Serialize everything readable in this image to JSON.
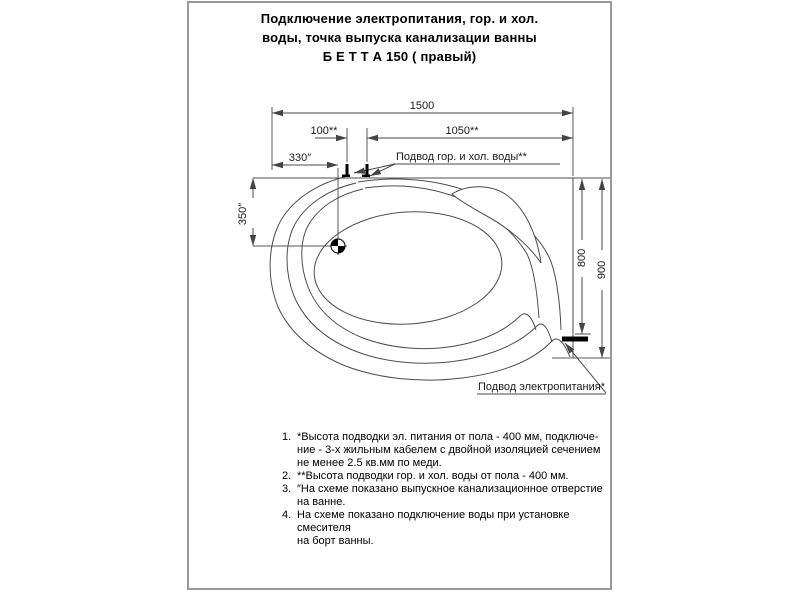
{
  "title": {
    "line1": "Подключение электропитания, гор. и хол.",
    "line2": "воды, точка выпуска канализации ванны",
    "line3": "Б Е Т Т А 150  ( правый)"
  },
  "dimensions": {
    "overall_width": "1500",
    "water_spacing": "100**",
    "water_to_right": "1050**",
    "drain_offset_x": "330″",
    "drain_offset_y": "350″",
    "depth_inner": "800",
    "depth_overall": "900"
  },
  "labels": {
    "water_supply": "Подвод гор. и хол. воды**",
    "power_supply": "Подвод электропитания*"
  },
  "notes": {
    "items": [
      {
        "num": "1.",
        "lines": [
          "*Высота подводки эл. питания от пола - 400 мм, подключе-",
          "ние - 3-х жильным кабелем с двойной изоляцией сечением",
          "не менее 2.5 кв.мм по меди."
        ]
      },
      {
        "num": "2.",
        "lines": [
          "**Высота подводки гор. и хол. воды от пола - 400 мм."
        ]
      },
      {
        "num": "3.",
        "lines": [
          "″На схеме показано выпускное канализационное отверстие",
          "на ванне."
        ]
      },
      {
        "num": "4.",
        "lines": [
          "На схеме показано подключение воды при установке смесителя",
          "на борт ванны."
        ]
      }
    ]
  },
  "colors": {
    "line": "#4d4d4d",
    "sheet_border": "#999999",
    "mark": "#000000"
  }
}
